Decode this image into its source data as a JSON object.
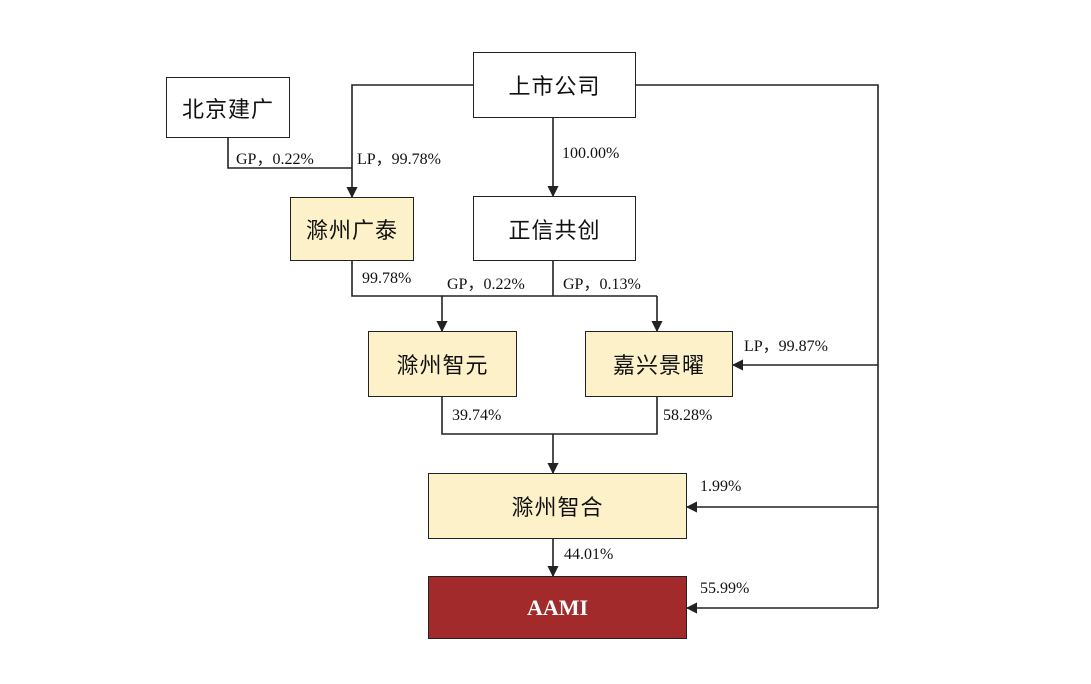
{
  "nodes": {
    "listed_company": "上市公司",
    "beijing_jianguang": "北京建广",
    "chuzhou_guangtai": "滁州广泰",
    "zhengxin_gongchuang": "正信共创",
    "chuzhou_zhiyuan": "滁州智元",
    "jiaxing_jingyao": "嘉兴景曜",
    "chuzhou_zhihe": "滁州智合",
    "aami": "AAMI"
  },
  "edges": {
    "beijing_to_guangtai": "GP，0.22%",
    "listed_to_guangtai": "LP，99.78%",
    "listed_to_zhengxin": "100.00%",
    "guangtai_to_zhiyuan": "99.78%",
    "zhengxin_to_zhiyuan": "GP，0.22%",
    "zhengxin_to_jingyao": "GP，0.13%",
    "listed_to_jingyao": "LP，99.87%",
    "zhiyuan_to_zhihe": "39.74%",
    "jingyao_to_zhihe": "58.28%",
    "listed_to_zhihe": "1.99%",
    "zhihe_to_aami": "44.01%",
    "listed_to_aami": "55.99%"
  },
  "colors": {
    "line": "#222222",
    "cream_fill": "#fcf1c8",
    "aami_fill": "#a32a2a"
  }
}
